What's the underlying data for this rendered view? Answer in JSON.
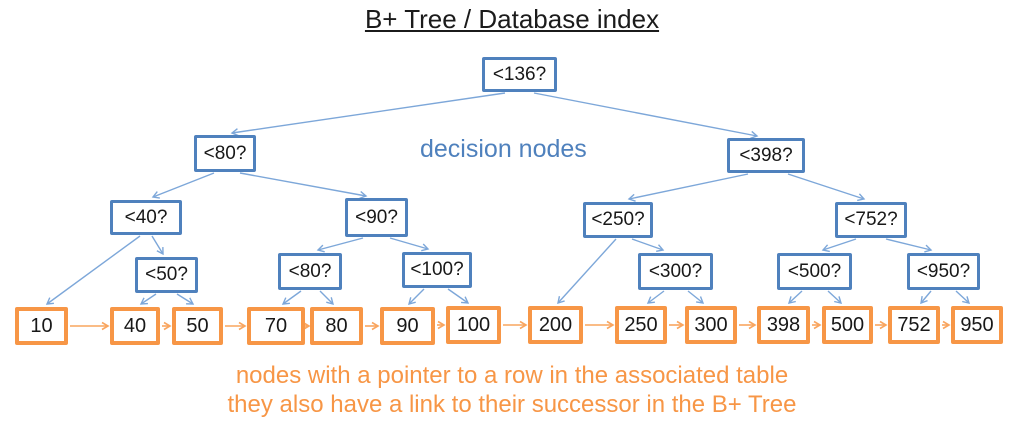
{
  "title": "B+ Tree / Database index",
  "labels": {
    "decision_nodes": "decision nodes",
    "caption_line1": "nodes with a pointer to a row in the associated table",
    "caption_line2": "they also have a link to their successor in the B+ Tree"
  },
  "colors": {
    "decision_border": "#4f81bd",
    "decision_edge": "#7da7d9",
    "leaf_border": "#f79646",
    "leaf_edge": "#f9a55f",
    "caption_text": "#f79646",
    "title_text": "#1b1b1b"
  },
  "decision_nodes": [
    {
      "label": "<136?"
    },
    {
      "label": "<80?"
    },
    {
      "label": "<398?"
    },
    {
      "label": "<40?"
    },
    {
      "label": "<90?"
    },
    {
      "label": "<250?"
    },
    {
      "label": "<752?"
    },
    {
      "label": "<50?"
    },
    {
      "label": "<80?"
    },
    {
      "label": "<100?"
    },
    {
      "label": "<300?"
    },
    {
      "label": "<500?"
    },
    {
      "label": "<950?"
    }
  ],
  "leaf_nodes": [
    {
      "label": "10"
    },
    {
      "label": "40"
    },
    {
      "label": "50"
    },
    {
      "label": "70"
    },
    {
      "label": "80"
    },
    {
      "label": "90"
    },
    {
      "label": "100"
    },
    {
      "label": "200"
    },
    {
      "label": "250"
    },
    {
      "label": "300"
    },
    {
      "label": "398"
    },
    {
      "label": "500"
    },
    {
      "label": "752"
    },
    {
      "label": "950"
    }
  ]
}
